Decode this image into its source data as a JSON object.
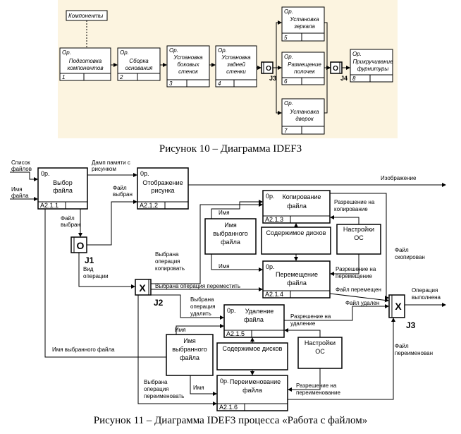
{
  "figure10": {
    "caption": "Рисунок 10 – Диаграмма IDEF3",
    "uob": [
      {
        "line1": "Подготовка",
        "line2": "компонентов",
        "label": "Op.",
        "num": "1"
      },
      {
        "line1": "Сборка",
        "line2": "основания",
        "label": "Op.",
        "num": "2"
      },
      {
        "line1": "Установка",
        "line2": "боковых",
        "line3": "стенок",
        "label": "Op.",
        "num": "3"
      },
      {
        "line1": "Установка",
        "line2": "задней",
        "line3": "стенки",
        "label": "Op.",
        "num": "4"
      },
      {
        "line1": "Установка",
        "line2": "зеркала",
        "label": "Op.",
        "num": "5"
      },
      {
        "line1": "Размещение",
        "line2": "полочек",
        "label": "Op.",
        "num": "6"
      },
      {
        "line1": "Установка",
        "line2": "дверок",
        "label": "Op.",
        "num": "7"
      },
      {
        "line1": "Прикручивание",
        "line2": "фурнитуры",
        "label": "Op.",
        "num": "8"
      }
    ],
    "note": "Компоненты",
    "j3": {
      "type": "O",
      "label": "J3"
    },
    "j4": {
      "type": "O",
      "label": "J4"
    }
  },
  "figure11": {
    "caption": "Рисунок 11 – Диаграмма IDEF3 процесса «Работа с файлом»",
    "boxes": {
      "select": {
        "label": "0р.",
        "line1": "Выбор",
        "line2": "файла",
        "num": "A2.1.1"
      },
      "display": {
        "label": "0р.",
        "line1": "Отображение",
        "line2": "рисунка",
        "num": "A2.1.2"
      },
      "copy": {
        "label": "0р.",
        "line1": "Копирование",
        "line2": "файла",
        "num": "A2.1.3"
      },
      "move": {
        "label": "0р.",
        "line1": "Перемещение",
        "line2": "файла",
        "num": "A2.1.4"
      },
      "delete": {
        "label": "0р.",
        "line1": "Удаление",
        "line2": "файла",
        "num": "A2.1.5"
      },
      "rename": {
        "label": "0р.",
        "line1": "Переименование",
        "line2": "файла",
        "num": "A2.1.6"
      }
    },
    "refs": {
      "name1": {
        "line1": "Имя",
        "line2": "выбранного",
        "line3": "файла"
      },
      "name2": {
        "line1": "Имя",
        "line2": "выбранного",
        "line3": "файла"
      },
      "disks1": "Содержимое дисков",
      "disks2": "Содержимое дисков",
      "settings1": {
        "line1": "Настройки",
        "line2": "ОС"
      },
      "settings2": {
        "line1": "Настройки",
        "line2": "ОС"
      }
    },
    "junctions": {
      "j1": {
        "type": "O",
        "label": "J1"
      },
      "j2": {
        "type": "X",
        "label": "J2"
      },
      "j3": {
        "type": "X",
        "label": "J3"
      }
    },
    "arrows": {
      "files_list_1": "Список",
      "files_list_2": "файлов",
      "file_name_1": "Имя",
      "file_name_2": "файла",
      "dump_1": "Дамп памяти с",
      "dump_2": "рисунком",
      "file_selected_1": "Файл",
      "file_selected_2": "выбран",
      "file_selected_3": "Файл",
      "file_selected_4": "выбран",
      "image": "Изображение",
      "op_kind_1": "Вид",
      "op_kind_2": "операции",
      "sel_copy_1": "Выбрана",
      "sel_copy_2": "операция",
      "sel_copy_3": "копировать",
      "sel_move": "Выбрана операция переместить",
      "sel_delete_1": "Выбрана",
      "sel_delete_2": "операция",
      "sel_delete_3": "удалить",
      "sel_rename_1": "Выбрана",
      "sel_rename_2": "операция",
      "sel_rename_3": "переименовать",
      "name_a": "Имя",
      "name_b": "Имя",
      "name_c": "Имя",
      "name_d": "Имя",
      "selected_file_name": "Имя выбранного файла",
      "perm_copy_1": "Разрешение на",
      "perm_copy_2": "копирование",
      "perm_move_1": "Разрешение на",
      "perm_move_2": "перемещение",
      "perm_delete_1": "Разрешение на",
      "perm_delete_2": "удаление",
      "perm_rename_1": "Разрешение на",
      "perm_rename_2": "переименование",
      "copied_1": "Файл",
      "copied_2": "скопирован",
      "moved": "Файл перемещен",
      "deleted": "Файл удален",
      "renamed_1": "Файл",
      "renamed_2": "переименован",
      "done_1": "Операция",
      "done_2": "выполнена"
    }
  }
}
